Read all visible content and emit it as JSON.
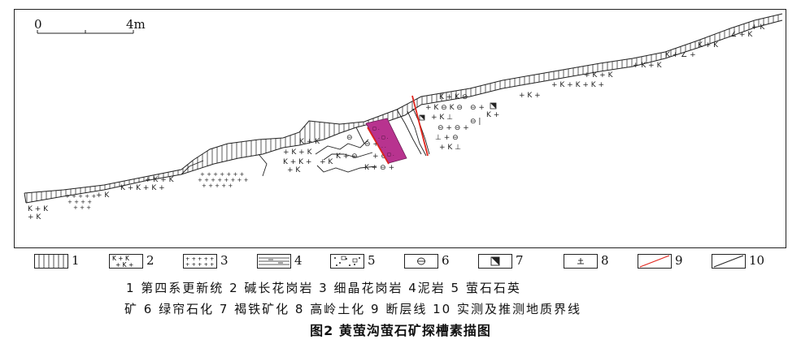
{
  "scale": {
    "start": "0",
    "end": "4m"
  },
  "legend": [
    {
      "num": "1",
      "pattern": "quaternary"
    },
    {
      "num": "2",
      "pattern": "alkali-granite"
    },
    {
      "num": "3",
      "pattern": "fine-granite"
    },
    {
      "num": "4",
      "pattern": "mudstone"
    },
    {
      "num": "5",
      "pattern": "fluorite-quartz"
    },
    {
      "num": "6",
      "pattern": "epidotization"
    },
    {
      "num": "7",
      "pattern": "limonitization"
    },
    {
      "num": "8",
      "pattern": "kaolinization"
    },
    {
      "num": "9",
      "pattern": "fault-line"
    },
    {
      "num": "10",
      "pattern": "boundary-line"
    }
  ],
  "caption": {
    "line1": "1 第四系更新统 2 碱长花岗岩 3 细晶花岗岩 4泥岩 5 萤石石英",
    "line2": "矿 6 绿帘石化 7 褐铁矿化 8 高岭土化 9 断层线 10 实测及推测地质界线"
  },
  "title": "图2  黄萤沟萤石矿探槽素描图",
  "colors": {
    "ore": "#b8338f",
    "fault": "#e0251c",
    "ink": "#222222"
  }
}
